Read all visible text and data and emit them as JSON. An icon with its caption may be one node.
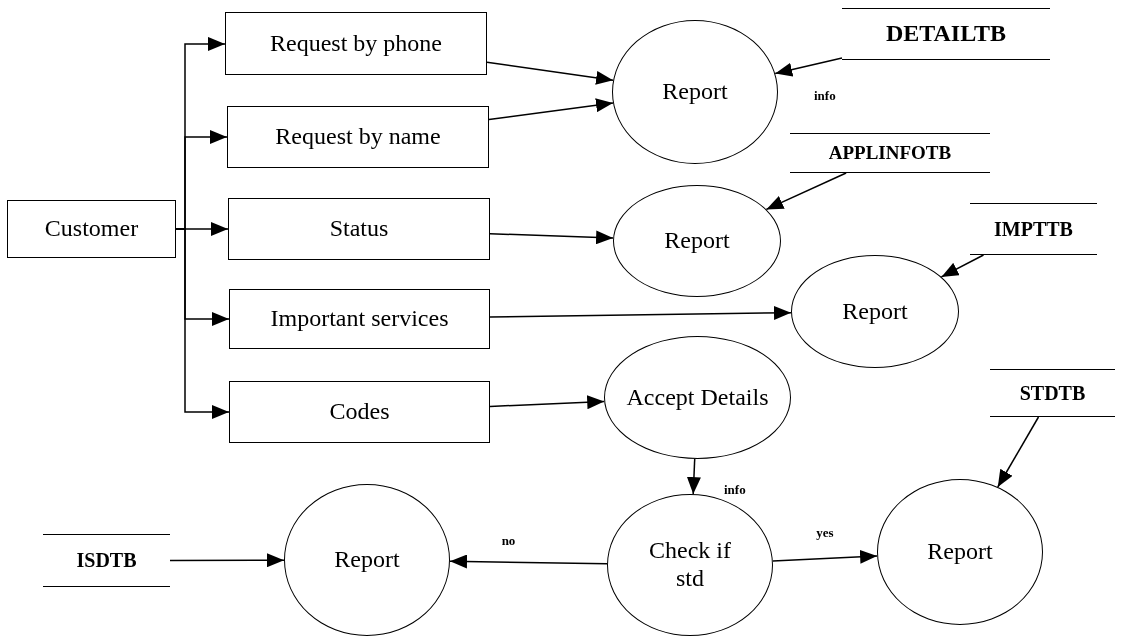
{
  "diagram": {
    "nodes": [
      {
        "text": [
          "Customer"
        ]
      },
      {
        "text": [
          "Request by phone"
        ]
      },
      {
        "text": [
          "Request by name"
        ]
      },
      {
        "text": [
          "Status"
        ]
      },
      {
        "text": [
          "Important services"
        ]
      },
      {
        "text": [
          "Codes"
        ]
      },
      {
        "text": [
          "Report"
        ]
      },
      {
        "text": [
          "Report"
        ]
      },
      {
        "text": [
          "Report"
        ]
      },
      {
        "text": [
          "Accept Details"
        ]
      },
      {
        "text": [
          "Check if std"
        ]
      },
      {
        "text": [
          "Report"
        ]
      },
      {
        "text": [
          "Report"
        ]
      },
      {
        "text": [
          "DETAILTB"
        ]
      },
      {
        "text": [
          "APPLINFOTB"
        ]
      },
      {
        "text": [
          "IMPTTB"
        ]
      },
      {
        "text": [
          "STDTB"
        ]
      },
      {
        "text": [
          "ISDTB"
        ]
      }
    ],
    "edges": [
      {
        "from": 0,
        "to": 1,
        "arrow": "to"
      },
      {
        "from": 0,
        "to": 2,
        "arrow": "to"
      },
      {
        "from": 0,
        "to": 3,
        "arrow": "to"
      },
      {
        "from": 0,
        "to": 4,
        "arrow": "to"
      },
      {
        "from": 0,
        "to": 5,
        "arrow": "to"
      },
      {
        "from": 1,
        "to": 6,
        "arrow": "to"
      },
      {
        "from": 2,
        "to": 6,
        "arrow": "to"
      },
      {
        "from": 3,
        "to": 7,
        "arrow": "to"
      },
      {
        "from": 4,
        "to": 8,
        "arrow": "to"
      },
      {
        "from": 5,
        "to": 9,
        "arrow": "to"
      },
      {
        "from": 9,
        "to": 10,
        "arrow": "to"
      },
      {
        "from": 10,
        "to": 12,
        "arrow": "to",
        "label": "no"
      },
      {
        "from": 10,
        "to": 11,
        "arrow": "to",
        "label": "yes"
      },
      {
        "from": 17,
        "to": 12,
        "arrow": "to"
      },
      {
        "from": 16,
        "to": 11,
        "arrow": "to"
      },
      {
        "from": 13,
        "to": 6,
        "arrow": "to"
      },
      {
        "from": 14,
        "to": 7,
        "arrow": "to"
      },
      {
        "from": 15,
        "to": 8,
        "arrow": "to"
      }
    ],
    "labels": [
      "info",
      "info"
    ]
  }
}
